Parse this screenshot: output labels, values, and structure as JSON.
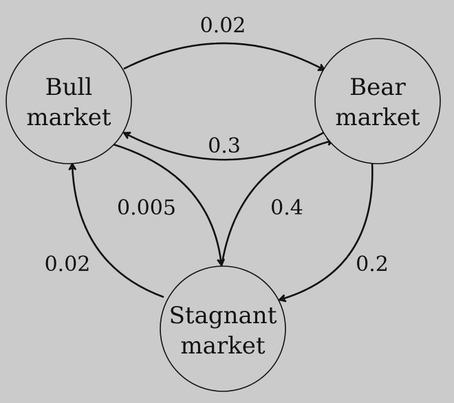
{
  "diagram": {
    "nodes": {
      "bull": {
        "line1": "Bull",
        "line2": "market"
      },
      "bear": {
        "line1": "Bear",
        "line2": "market"
      },
      "stagnant": {
        "line1": "Stagnant",
        "line2": "market"
      }
    },
    "edges": {
      "bull_to_bear": "0.02",
      "bear_to_bull": "0.3",
      "bull_to_stagnant": "0.005",
      "stagnant_to_bear": "0.4",
      "stagnant_to_bull": "0.02",
      "bear_to_stagnant": "0.2"
    }
  }
}
